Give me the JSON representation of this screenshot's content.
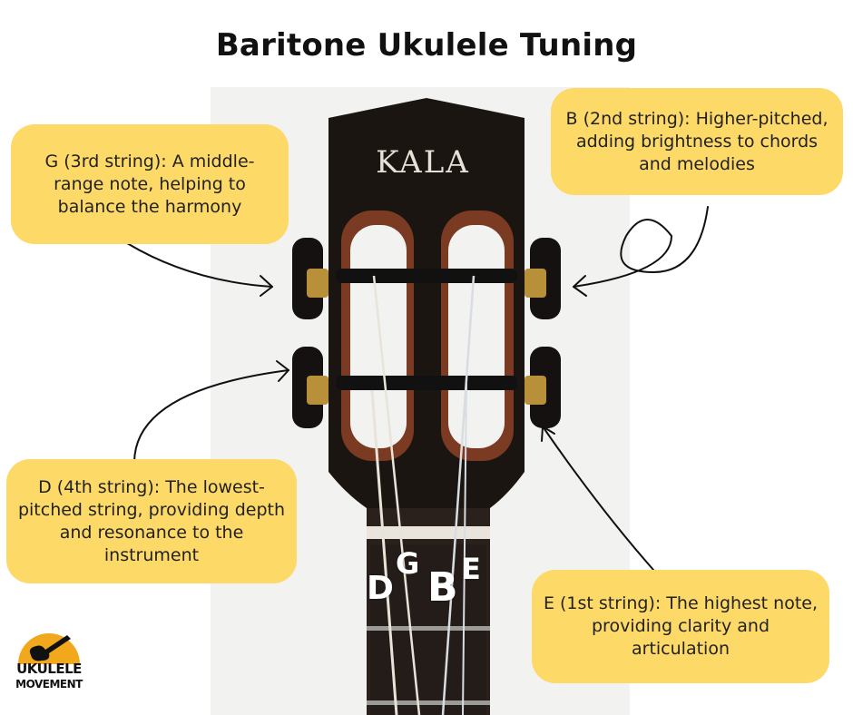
{
  "title": "Baritone Ukulele Tuning",
  "brand_on_headstock": "KALA",
  "callouts": {
    "g": "G (3rd string): A middle-range note, helping to balance the harmony",
    "b": "B (2nd string): Higher-pitched, adding brightness to chords and melodies",
    "d": "D (4th string): The lowest-pitched string, providing depth and resonance to the instrument",
    "e": "E (1st string): The highest note, providing clarity and articulation"
  },
  "string_letters": {
    "d": "D",
    "g": "G",
    "b": "B",
    "e": "E"
  },
  "logo": {
    "line1": "UKULELE",
    "line2": "MOVEMENT"
  },
  "colors": {
    "callout_bg": "#fdd968",
    "headstock": "#1b1512",
    "tuner_gold": "#b8903a"
  }
}
